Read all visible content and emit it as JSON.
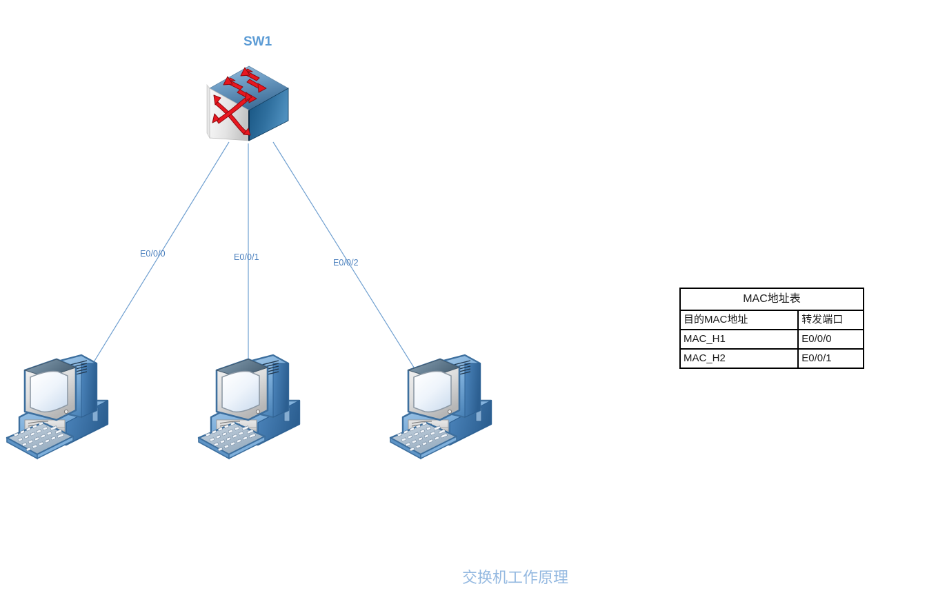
{
  "diagram": {
    "caption": "交换机工作原理",
    "switch": {
      "label": "SW1"
    },
    "links": [
      {
        "port": "E0/0/0"
      },
      {
        "port": "E0/0/1"
      },
      {
        "port": "E0/0/2"
      }
    ]
  },
  "mac_table": {
    "title": "MAC地址表",
    "headers": [
      "目的MAC地址",
      "转发端口"
    ],
    "rows": [
      {
        "mac": "MAC_H1",
        "port": "E0/0/0"
      },
      {
        "mac": "MAC_H2",
        "port": "E0/0/1"
      }
    ]
  },
  "colors": {
    "link_line": "#6f9fd0",
    "label_blue": "#4a7fbd",
    "title_blue": "#5b9bd5",
    "caption_blue": "#93b8e0",
    "switch_arrow_red": "#e8171f",
    "table_border": "#000000"
  },
  "icons": {
    "switch": "network-switch-icon",
    "host": "desktop-computer-icon"
  }
}
